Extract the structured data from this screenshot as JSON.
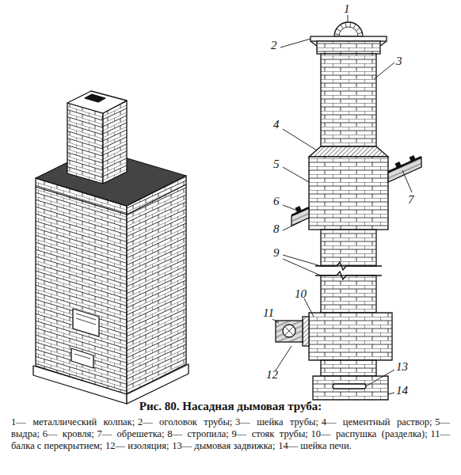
{
  "diagram": {
    "caption": "Рис. 80. Насадная дымовая труба:",
    "labels": [
      "1",
      "2",
      "3",
      "4",
      "5",
      "6",
      "7",
      "8",
      "9",
      "10",
      "11",
      "12",
      "13",
      "14",
      "1— металлический колпак;",
      "2— оголовок трубы;",
      "3— шейка трубы;",
      "4— цементный раствор;",
      "5— выдра;",
      "6— кровля;",
      "7— обрешетка;",
      "8— стропила;",
      "9— стояк трубы;",
      "10— распушка (разделка);",
      "11— балка с перекрытием;",
      "12— изоляция;",
      "13— дымовая задвижка;",
      "14— шейка печи."
    ]
  }
}
